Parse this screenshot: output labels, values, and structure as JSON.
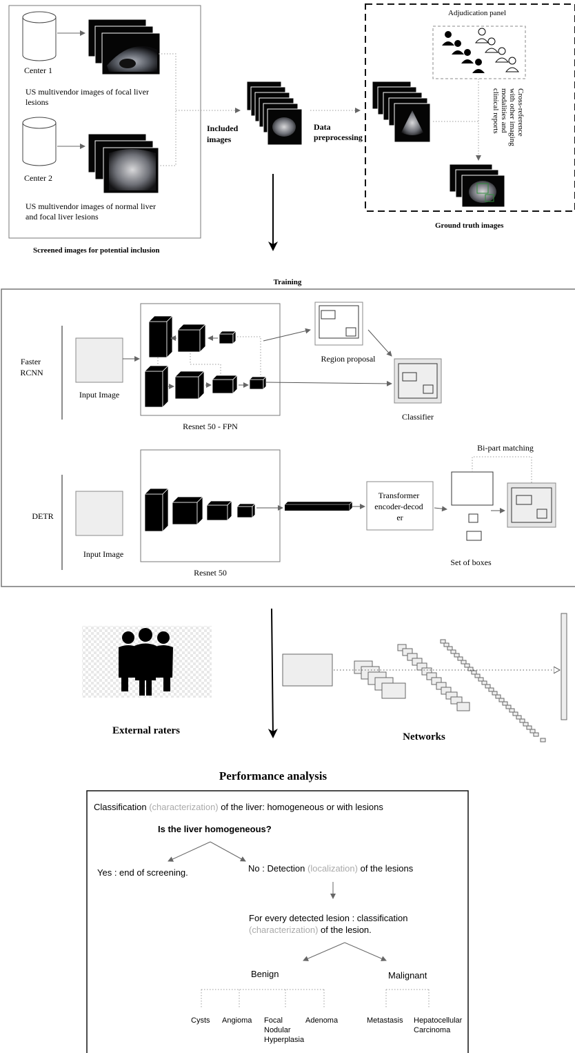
{
  "top": {
    "center1": "Center 1",
    "center1_desc": [
      "US multivendor images of focal liver",
      "lesions"
    ],
    "center2": "Center 2",
    "center2_desc": [
      "US multivendor images of normal liver",
      "and focal liver lesions"
    ],
    "screened": "Screened images for potential inclusion",
    "included": [
      "Included",
      "images"
    ],
    "preprocessing": [
      "Data",
      "preprocessing"
    ],
    "adjudication": "Adjudication panel",
    "crossref": [
      "Cross-reference",
      "with other imaging",
      "modalities and",
      "clinical reports"
    ],
    "ground_truth": "Ground truth images"
  },
  "training": {
    "title": "Training",
    "faster_rcnn": [
      "Faster",
      "RCNN"
    ],
    "input_image": "Input Image",
    "resnet_fpn": "Resnet 50 - FPN",
    "region_proposal": "Region proposal",
    "classifier": "Classifier",
    "detr": "DETR",
    "resnet50": "Resnet 50",
    "transformer": [
      "Transformer",
      "encoder-decod",
      "er"
    ],
    "bipart": "Bi-part matching",
    "set_of_boxes": "Set of boxes"
  },
  "middle": {
    "external_raters": "External raters",
    "networks": "Networks"
  },
  "performance": {
    "title": "Performance analysis",
    "line1_pre": "Classification ",
    "line1_grey": "(characterization)",
    "line1_post": " of the liver: homogeneous or with lesions",
    "question": "Is the liver homogeneous?",
    "yes": "Yes :  end of screening.",
    "no_pre": "No : Detection ",
    "no_grey": "(localization)",
    "no_post": " of the lesions",
    "every": "For every detected lesion : classification",
    "every2_grey": "(characterization)",
    "every2_post": " of the lesion.",
    "benign": "Benign",
    "malignant": "Malignant",
    "cysts": "Cysts",
    "angioma": "Angioma",
    "fnh": [
      "Focal",
      "Nodular",
      "Hyperplasia"
    ],
    "adenoma": "Adenoma",
    "metastasis": "Metastasis",
    "hcc": [
      "Hepatocellular",
      "Carcinoma"
    ]
  }
}
